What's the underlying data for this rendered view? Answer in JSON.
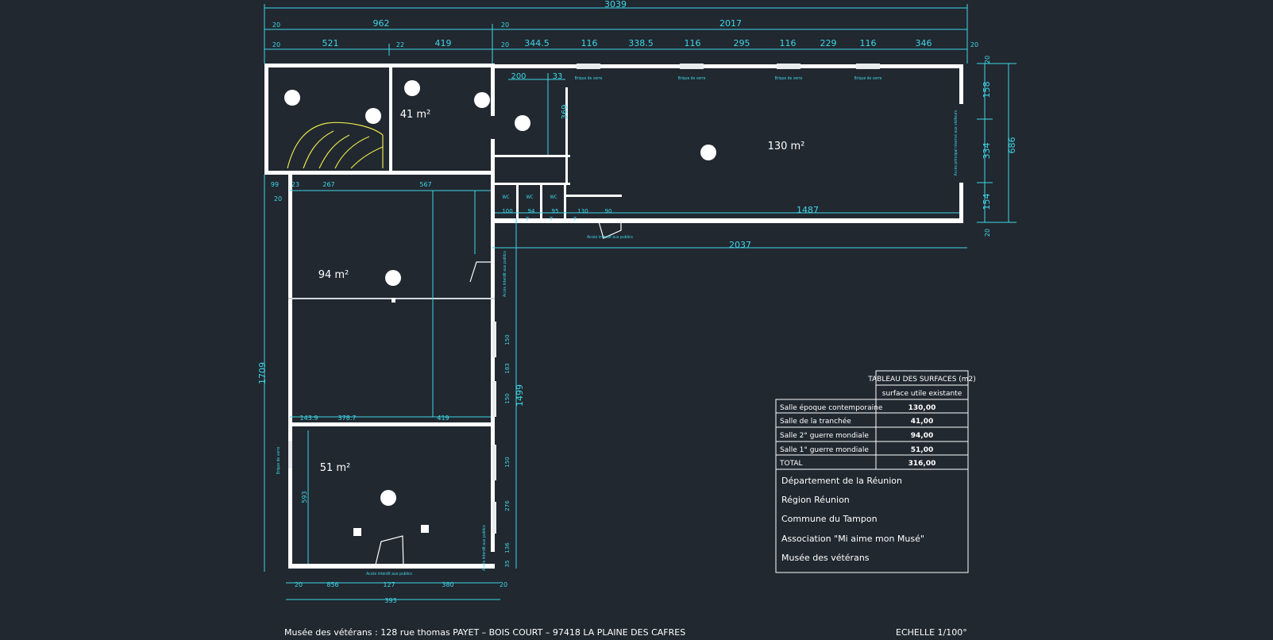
{
  "overall": {
    "total_width": "3039",
    "left_width": "962",
    "right_width": "2017",
    "seg_20": "20",
    "seg_521": "521",
    "seg_22": "22",
    "seg_419": "419",
    "seg_344": "344.5",
    "seg_116": "116",
    "seg_338": "338.5",
    "seg_295": "295",
    "seg_229": "229",
    "seg_346": "346",
    "right_158": "158",
    "right_334": "334",
    "right_154": "154",
    "right_686": "686",
    "left_1709": "1709",
    "mid_1499": "1499",
    "bottom_2037": "2037",
    "bottom_1487": "1487",
    "bottom_393": "393",
    "d_200": "200",
    "d_33": "33",
    "d_369": "369",
    "d_267": "267",
    "d_567": "567",
    "d_99": "99",
    "d_23": "23",
    "d_100": "100",
    "d_94": "94",
    "d_95": "95",
    "d_130": "130",
    "d_90": "90",
    "d_7": "7",
    "d_143": "143.9",
    "d_378": "378.7",
    "d_419b": "419",
    "d_593": "593",
    "d_856": "856",
    "d_127": "127",
    "d_380": "380",
    "d_150": "150",
    "d_183": "183",
    "d_276": "276",
    "d_136": "136",
    "d_35": "35"
  },
  "rooms": {
    "r41": "41 m²",
    "r130": "130 m²",
    "r94": "94 m²",
    "r51": "51 m²"
  },
  "labels": {
    "wc": "WC",
    "brique": "Brique de verre",
    "acces": "Accès interdit aux publics",
    "entree": "Accès principal réservé aux visiteurs"
  },
  "table": {
    "header": "TABLEAU DES SURFACES (m2)",
    "subheader": "surface utile existante",
    "rows": [
      {
        "name": "Salle époque contemporaine",
        "value": "130,00"
      },
      {
        "name": "Salle de la tranchée",
        "value": "41,00"
      },
      {
        "name": "Salle 2° guerre mondiale",
        "value": "94,00"
      },
      {
        "name": "Salle 1° guerre mondiale",
        "value": "51,00"
      },
      {
        "name": "TOTAL",
        "value": "316,00"
      }
    ],
    "info": [
      "Département de la Réunion",
      "Région Réunion",
      "Commune du Tampon",
      "Association \"Mi aime mon Musé\"",
      "Musée des vétérans"
    ]
  },
  "footer": {
    "address": "Musée des vétérans : 128 rue thomas PAYET – BOIS COURT – 97418 LA PLAINE DES CAFRES",
    "scale": "ECHELLE 1/100°"
  },
  "colors": {
    "background": "#212830",
    "walls": "#ffffff",
    "dimensions": "#3fd6e6",
    "accent": "#e8e64a"
  }
}
